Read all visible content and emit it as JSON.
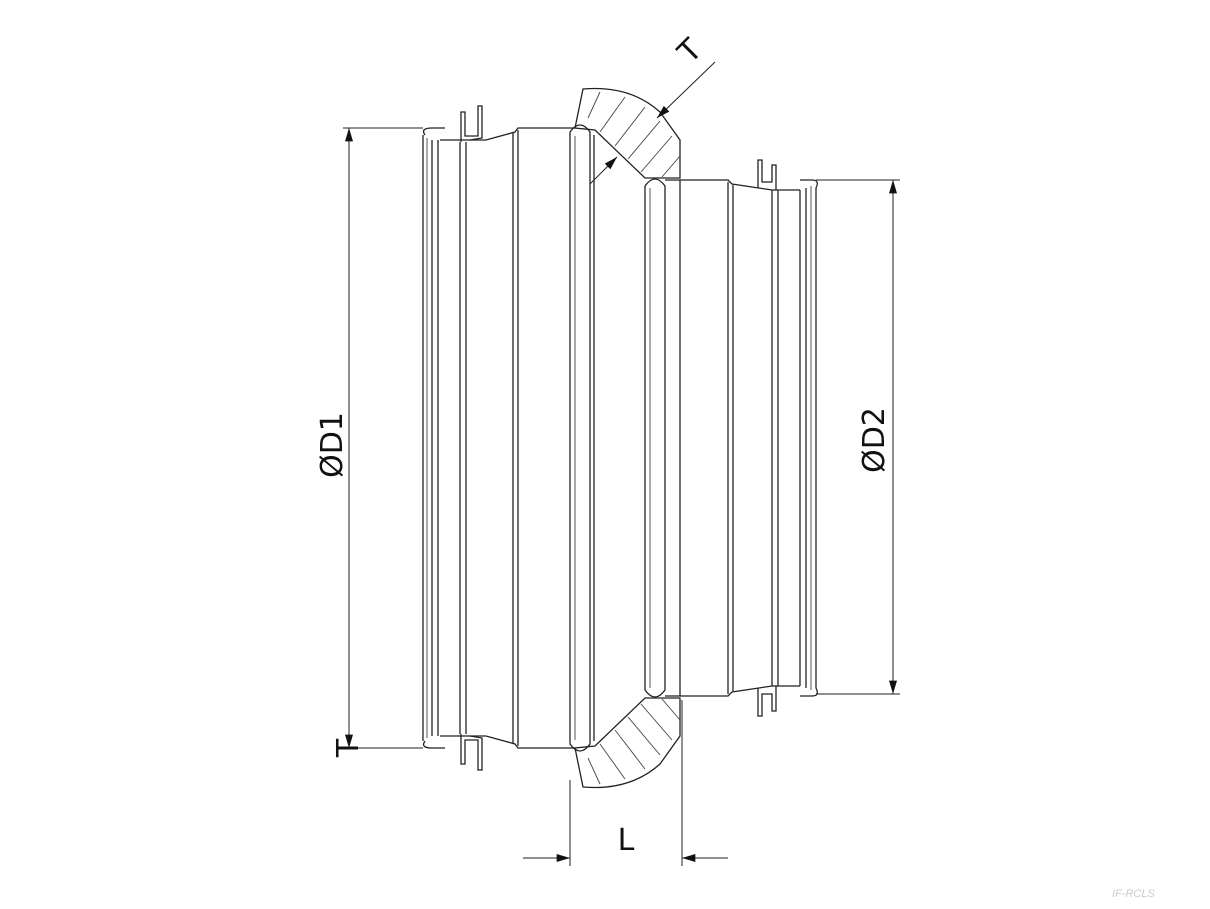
{
  "drawing": {
    "dimensions": {
      "d1": "ØD1",
      "d2": "ØD2",
      "length": "L",
      "thickness_top": "T",
      "thickness_left": "T"
    },
    "watermark": "IF-RCLS"
  }
}
